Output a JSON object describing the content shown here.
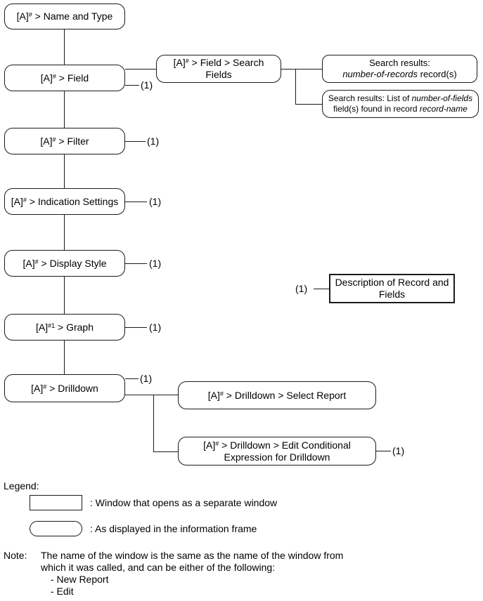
{
  "nodes": {
    "name_and_type": {
      "base": "[A]",
      "sup": "#",
      "rest": " > Name and Type"
    },
    "field": {
      "base": "[A]",
      "sup": "#",
      "rest": " > Field"
    },
    "filter": {
      "base": "[A]",
      "sup": "#",
      "rest": " > Filter"
    },
    "indication_settings": {
      "base": "[A]",
      "sup": "#",
      "rest": " > Indication Settings"
    },
    "display_style": {
      "base": "[A]",
      "sup": "#",
      "rest": " > Display Style"
    },
    "graph": {
      "base": "[A]",
      "sup": "#1",
      "rest": " > Graph"
    },
    "drilldown": {
      "base": "[A]",
      "sup": "#",
      "rest": " > Drilldown"
    },
    "field_search": {
      "base": "[A]",
      "sup": "#",
      "rest": " > Field > Search Fields"
    },
    "search_results_records": {
      "line1": "Search results:",
      "line2_italic": "number-of-records",
      "line2_rest": " record(s)"
    },
    "search_results_fields": {
      "line1_pre": "Search results: List of ",
      "line1_italic": "number-of-fields",
      "line2_pre": "field(s) found in record ",
      "line2_italic": "record-name"
    },
    "description": {
      "label": "Description of Record and Fields"
    },
    "select_report": {
      "base": "[A]",
      "sup": "#",
      "rest": " > Drilldown > Select Report"
    },
    "edit_conditional": {
      "base": "[A]",
      "sup": "#",
      "rest": " > Drilldown > Edit Conditional Expression for Drilldown"
    }
  },
  "ref": "(1)",
  "legend": {
    "title": "Legend:",
    "separate_window": ": Window that opens as a separate window",
    "information_frame": ": As displayed in the information frame"
  },
  "note": {
    "label": "Note:",
    "line1": "The name of the window is the same as the name of the window from",
    "line2": "which it was called, and can be either of the following:",
    "item1": "- New Report",
    "item2": "- Edit"
  }
}
